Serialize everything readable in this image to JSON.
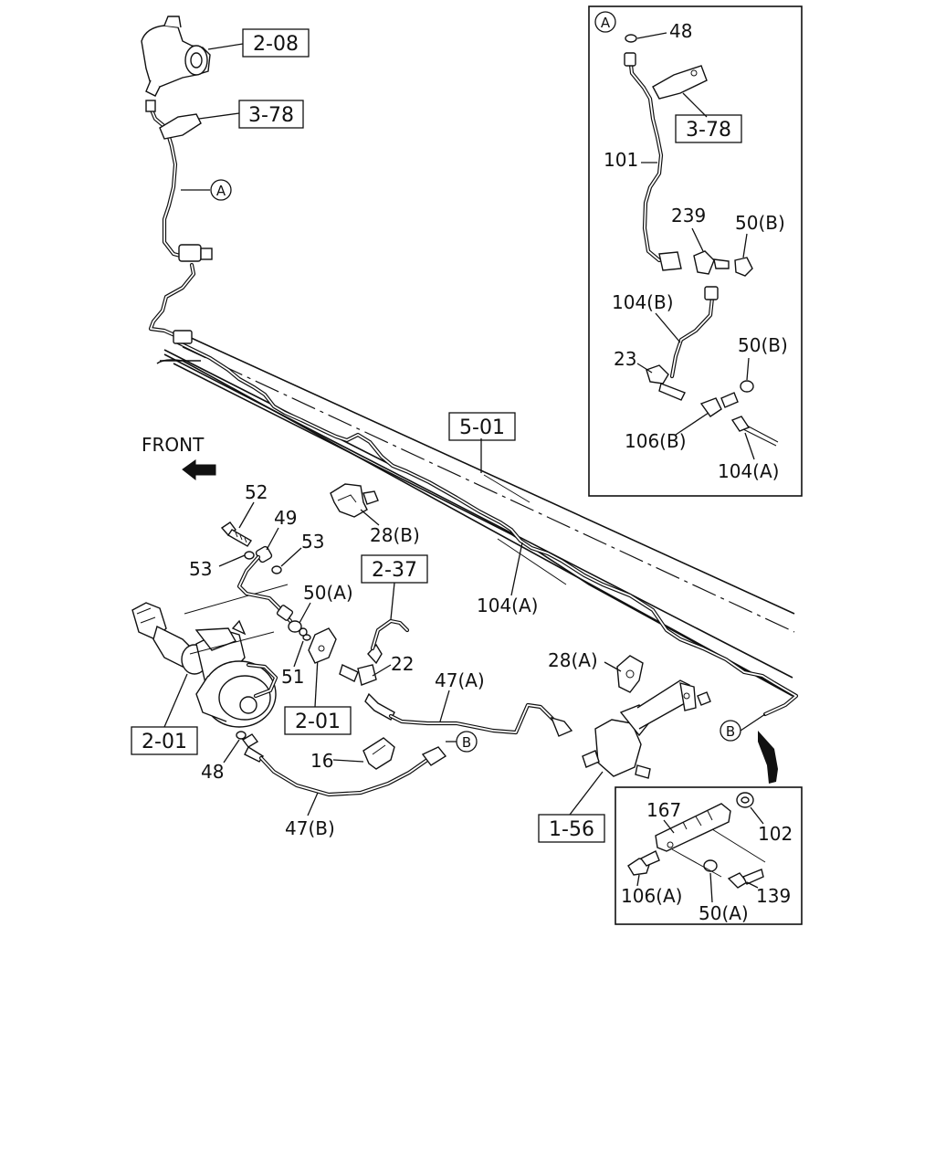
{
  "diagram": {
    "front_label": "FRONT",
    "callout_a": "A",
    "callout_b": "B",
    "refs": {
      "r208": "2-08",
      "r378_main": "3-78",
      "r501": "5-01",
      "r237": "2-37",
      "r201_a": "2-01",
      "r201_b": "2-01",
      "r156": "1-56",
      "r378_inset": "3-78"
    },
    "labels": {
      "p52": "52",
      "p49": "49",
      "p53_a": "53",
      "p53_b": "53",
      "p28b": "28(B)",
      "p50a_main": "50(A)",
      "p22": "22",
      "p51": "51",
      "p47a": "47(A)",
      "p104a_main": "104(A)",
      "p28a": "28(A)",
      "p16": "16",
      "p48_main": "48",
      "p47b": "47(B)",
      "i48": "48",
      "i101": "101",
      "i239": "239",
      "i50b_1": "50(B)",
      "i104b": "104(B)",
      "i50b_2": "50(B)",
      "i23": "23",
      "i106b": "106(B)",
      "i104a": "104(A)",
      "j167": "167",
      "j102": "102",
      "j106a": "106(A)",
      "j50a": "50(A)",
      "j139": "139"
    }
  }
}
